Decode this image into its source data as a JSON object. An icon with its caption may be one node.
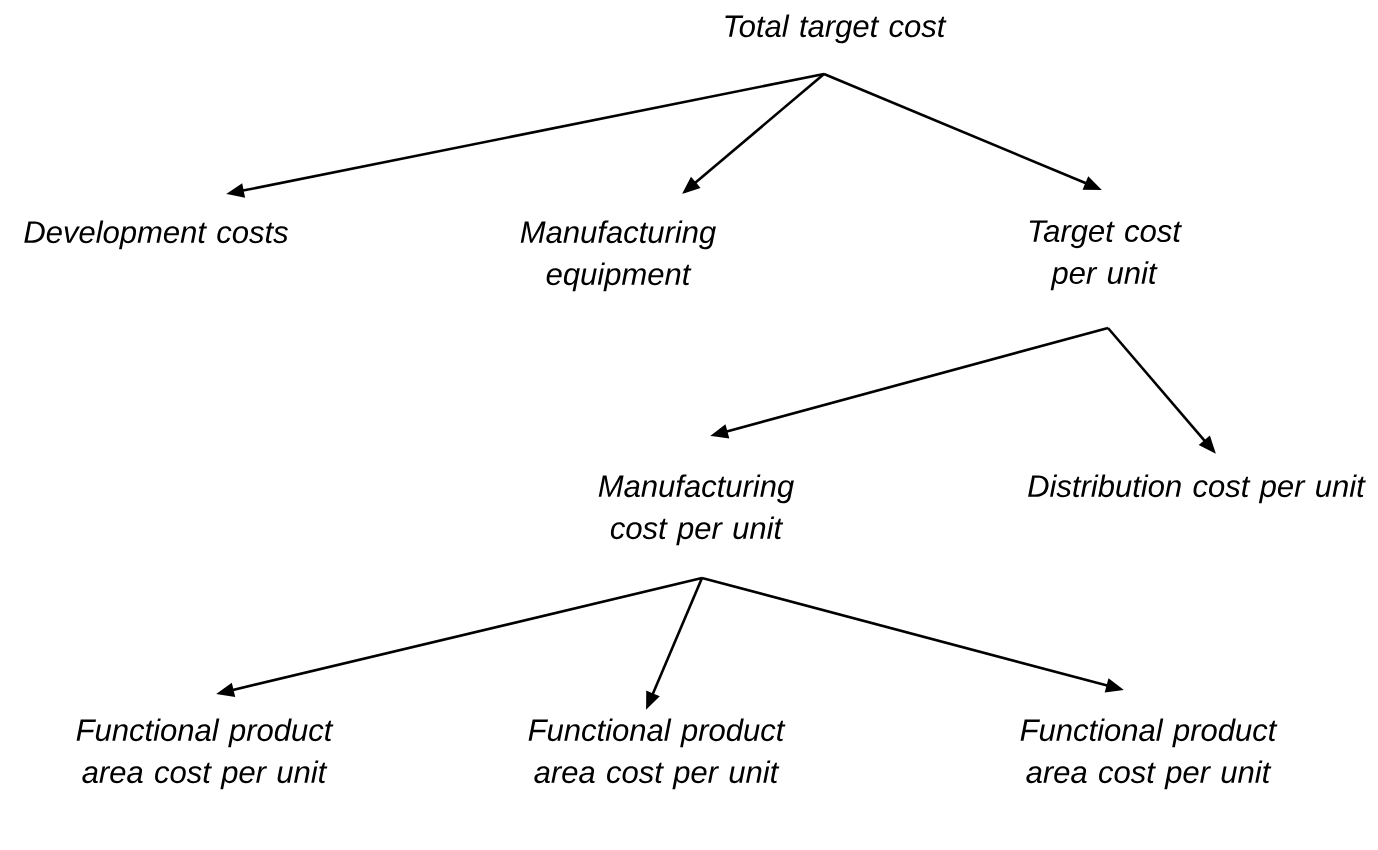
{
  "diagram": {
    "nodes": [
      {
        "text": [
          "Total target cost"
        ]
      },
      {
        "text": [
          "Development costs"
        ]
      },
      {
        "text": [
          "Manufacturing equipment"
        ]
      },
      {
        "text": [
          "Target cost per unit"
        ]
      },
      {
        "text": [
          "Manufacturing cost per unit"
        ]
      },
      {
        "text": [
          "Distribution cost per unit"
        ]
      },
      {
        "text": [
          "Functional product area cost per unit"
        ]
      },
      {
        "text": [
          "Functional product area cost per unit"
        ]
      },
      {
        "text": [
          "Functional product area cost per unit"
        ]
      }
    ],
    "edges": [
      {
        "from": 0,
        "to": 1,
        "arrow": "to"
      },
      {
        "from": 0,
        "to": 2,
        "arrow": "to"
      },
      {
        "from": 0,
        "to": 3,
        "arrow": "to"
      },
      {
        "from": 3,
        "to": 4,
        "arrow": "to"
      },
      {
        "from": 3,
        "to": 5,
        "arrow": "to"
      },
      {
        "from": 4,
        "to": 6,
        "arrow": "to"
      },
      {
        "from": 4,
        "to": 7,
        "arrow": "to"
      },
      {
        "from": 4,
        "to": 8,
        "arrow": "to"
      }
    ]
  }
}
